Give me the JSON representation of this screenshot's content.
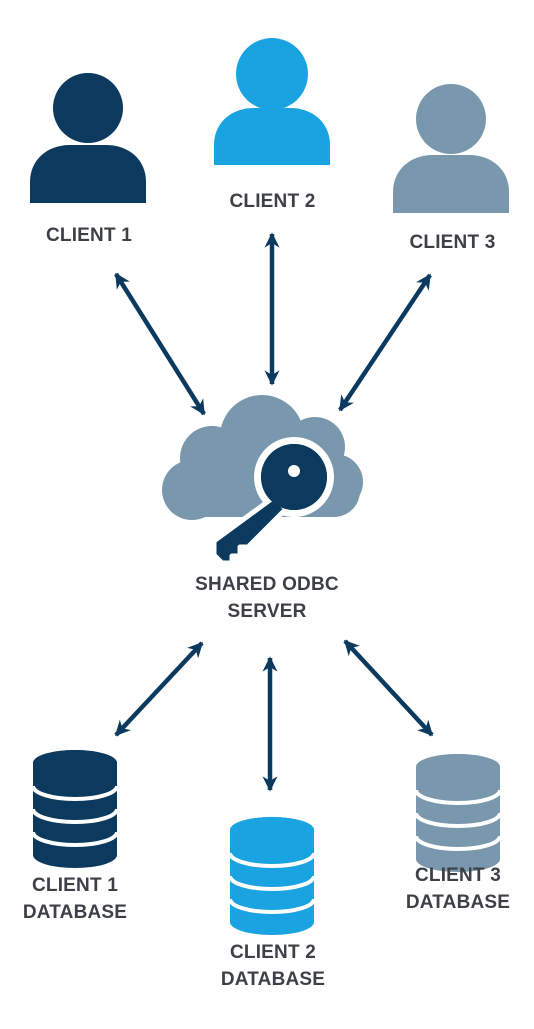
{
  "colors": {
    "dark": "#0b3a5e",
    "bright": "#1aa3e1",
    "gray": "#7a98ad",
    "arrow": "#0b3a5e",
    "label": "#3d4147",
    "background": "#ffffff"
  },
  "clients": [
    {
      "label": "CLIENT 1",
      "icon": "user-icon",
      "color": "dark"
    },
    {
      "label": "CLIENT 2",
      "icon": "user-icon",
      "color": "bright"
    },
    {
      "label": "CLIENT 3",
      "icon": "user-icon",
      "color": "gray"
    }
  ],
  "server": {
    "label_line1": "SHARED ODBC",
    "label_line2": "SERVER",
    "icon": "cloud-key-icon"
  },
  "databases": [
    {
      "label_line1": "CLIENT 1",
      "label_line2": "DATABASE",
      "icon": "database-icon",
      "color": "dark"
    },
    {
      "label_line1": "CLIENT 2",
      "label_line2": "DATABASE",
      "icon": "database-icon",
      "color": "bright"
    },
    {
      "label_line1": "CLIENT 3",
      "label_line2": "DATABASE",
      "icon": "database-icon",
      "color": "gray"
    }
  ],
  "connections": [
    {
      "from": "CLIENT 1",
      "to": "SHARED ODBC SERVER",
      "direction": "bidirectional"
    },
    {
      "from": "CLIENT 2",
      "to": "SHARED ODBC SERVER",
      "direction": "bidirectional"
    },
    {
      "from": "CLIENT 3",
      "to": "SHARED ODBC SERVER",
      "direction": "bidirectional"
    },
    {
      "from": "SHARED ODBC SERVER",
      "to": "CLIENT 1 DATABASE",
      "direction": "bidirectional"
    },
    {
      "from": "SHARED ODBC SERVER",
      "to": "CLIENT 2 DATABASE",
      "direction": "bidirectional"
    },
    {
      "from": "SHARED ODBC SERVER",
      "to": "CLIENT 3 DATABASE",
      "direction": "bidirectional"
    }
  ]
}
